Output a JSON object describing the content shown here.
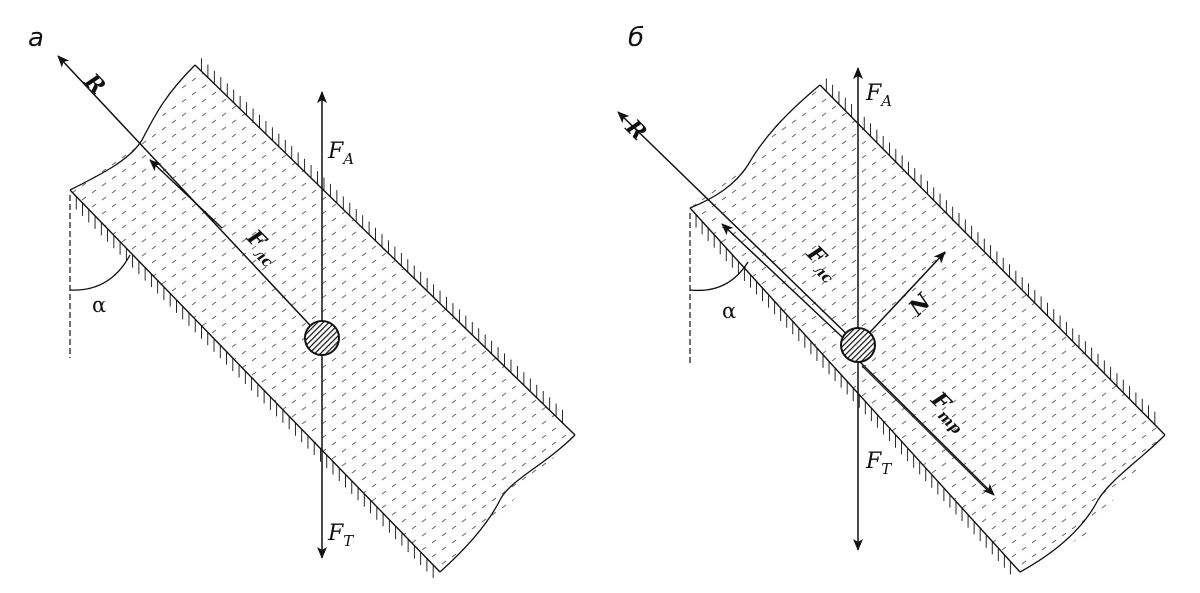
{
  "panels": [
    {
      "id": "a",
      "label": "а",
      "forces": {
        "resultant": "R",
        "archimedes": {
          "main": "F",
          "sub": "A"
        },
        "gravity": {
          "main": "F",
          "sub": "T"
        },
        "drag": {
          "main": "F",
          "sub": "лс"
        }
      },
      "angle_label": "α"
    },
    {
      "id": "b",
      "label": "б",
      "forces": {
        "resultant": "R",
        "archimedes": {
          "main": "F",
          "sub": "A"
        },
        "gravity": {
          "main": "F",
          "sub": "T"
        },
        "drag": {
          "main": "F",
          "sub": "лс"
        },
        "normal": "N",
        "friction": {
          "main": "F",
          "sub": "тр"
        }
      },
      "angle_label": "α"
    }
  ],
  "colors": {
    "ink": "#111111",
    "fluid_dash": "#555555",
    "ball_fill": "#222222"
  }
}
